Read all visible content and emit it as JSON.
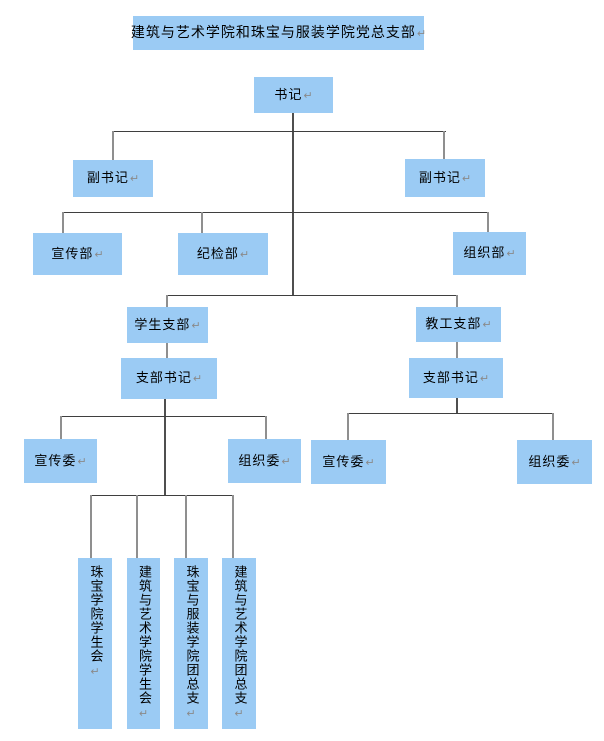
{
  "title": {
    "label": "建筑与艺术学院和珠宝与服装学院党总支部"
  },
  "marks": {
    "return": "↵"
  },
  "colors": {
    "box_fill": "#9bcbf4",
    "text": "#000000",
    "return_mark": "#8a8a8a",
    "connector": "#3f3f3f",
    "stub": "#8f8f8f",
    "background": "#ffffff"
  },
  "nodes": {
    "secretary": {
      "label": "书记"
    },
    "deputy_secretary_left": {
      "label": "副书记"
    },
    "deputy_secretary_right": {
      "label": "副书记"
    },
    "propaganda_dept": {
      "label": "宣传部"
    },
    "discipline_inspection_dept": {
      "label": "纪检部"
    },
    "organization_dept": {
      "label": "组织部"
    },
    "student_branch": {
      "label": "学生支部"
    },
    "student_branch_secretary": {
      "label": "支部书记"
    },
    "staff_branch": {
      "label": "教工支部"
    },
    "staff_branch_secretary": {
      "label": "支部书记"
    },
    "student_propaganda_member": {
      "label": "宣传委"
    },
    "student_organization_member": {
      "label": "组织委"
    },
    "staff_propaganda_member": {
      "label": "宣传委"
    },
    "staff_organization_member": {
      "label": "组织委"
    },
    "jewelry_student_union": {
      "label": "珠宝学院学生会"
    },
    "arch_art_student_union": {
      "label": "建筑与艺术学院学生会"
    },
    "jewelry_fashion_league_branch": {
      "label": "珠宝与服装学院团总支"
    },
    "arch_art_league_branch": {
      "label": "建筑与艺术学院团总支"
    }
  },
  "hierarchy": {
    "edges": [
      [
        "secretary",
        "deputy_secretary_left"
      ],
      [
        "secretary",
        "deputy_secretary_right"
      ],
      [
        "secretary",
        "propaganda_dept"
      ],
      [
        "secretary",
        "discipline_inspection_dept"
      ],
      [
        "secretary",
        "organization_dept"
      ],
      [
        "secretary",
        "student_branch"
      ],
      [
        "secretary",
        "staff_branch"
      ],
      [
        "student_branch",
        "student_branch_secretary"
      ],
      [
        "staff_branch",
        "staff_branch_secretary"
      ],
      [
        "student_branch_secretary",
        "student_propaganda_member"
      ],
      [
        "student_branch_secretary",
        "student_organization_member"
      ],
      [
        "staff_branch_secretary",
        "staff_propaganda_member"
      ],
      [
        "staff_branch_secretary",
        "staff_organization_member"
      ],
      [
        "student_branch_secretary",
        "jewelry_student_union"
      ],
      [
        "student_branch_secretary",
        "arch_art_student_union"
      ],
      [
        "student_branch_secretary",
        "jewelry_fashion_league_branch"
      ],
      [
        "student_branch_secretary",
        "arch_art_league_branch"
      ]
    ]
  }
}
